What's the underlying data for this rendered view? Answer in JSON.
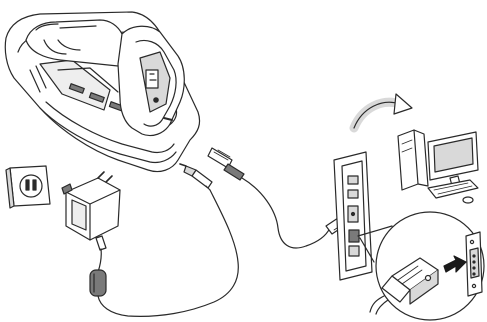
{
  "figure": {
    "stroke_color": "#2a2a2a",
    "fill_light": "#ffffff",
    "fill_shade": "#d9d9d9",
    "fill_dark": "#7a7a7a",
    "arrow_color": "#1a1a1a",
    "components": [
      "charging-cradle",
      "cordless-scanner",
      "wall-outlet",
      "power-adapter",
      "interface-cable",
      "computer-back-panel",
      "serial-port-connector",
      "desktop-computer"
    ]
  }
}
